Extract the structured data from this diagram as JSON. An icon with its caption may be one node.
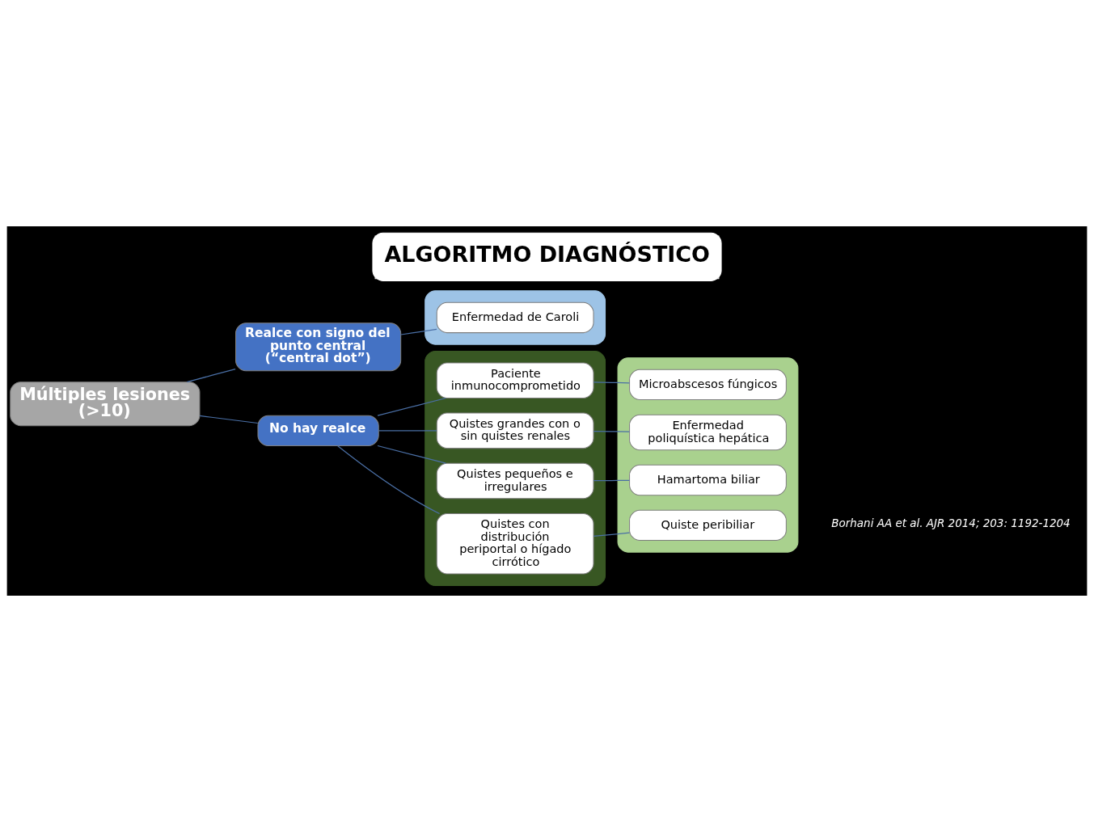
{
  "diagram": {
    "title": "ALGORITMO DIAGNÓSTICO",
    "caption": "Borhani AA et al. AJR 2014; 203: 1192-1204",
    "nodes": [
      {
        "text": [
          "Múltiples lesiones (>10)"
        ]
      },
      {
        "text": [
          "Realce con signo del punto central (“central dot”)"
        ]
      },
      {
        "text": [],
        "shape": "box"
      },
      {
        "text": [
          "Enfermedad de Caroli"
        ],
        "in": 2
      },
      {
        "text": [
          "No hay realce"
        ]
      },
      {
        "text": [],
        "shape": "box"
      },
      {
        "text": [
          "Paciente inmunocomprometido"
        ],
        "in": 5
      },
      {
        "text": [
          "Quistes grandes con o sin quistes renales"
        ],
        "in": 5
      },
      {
        "text": [
          "Quistes pequeños e irregulares"
        ],
        "in": 5
      },
      {
        "text": [
          "Quistes con distribución periportal o hígado cirrótico"
        ],
        "in": 5
      },
      {
        "text": [],
        "shape": "box"
      },
      {
        "text": [
          "Microabscesos fúngicos"
        ],
        "in": 10
      },
      {
        "text": [
          "Enfermedad poliquística hepática"
        ],
        "in": 10
      },
      {
        "text": [
          "Hamartoma biliar"
        ],
        "in": 10
      },
      {
        "text": [
          "Quiste peribiliar"
        ],
        "in": 10
      }
    ],
    "edges": [
      {
        "from": 0,
        "to": 1,
        "arrow": "none"
      },
      {
        "from": 0,
        "to": 4,
        "arrow": "none"
      },
      {
        "from": 1,
        "to": 3,
        "arrow": "none"
      },
      {
        "from": 4,
        "to": 6,
        "arrow": "none"
      },
      {
        "from": 4,
        "to": 7,
        "arrow": "none"
      },
      {
        "from": 4,
        "to": 8,
        "arrow": "none"
      },
      {
        "from": 4,
        "to": 9,
        "arrow": "none"
      },
      {
        "from": 6,
        "to": 11,
        "arrow": "none"
      },
      {
        "from": 7,
        "to": 12,
        "arrow": "none"
      },
      {
        "from": 8,
        "to": 13,
        "arrow": "none"
      },
      {
        "from": 9,
        "to": 14,
        "arrow": "none"
      }
    ]
  }
}
